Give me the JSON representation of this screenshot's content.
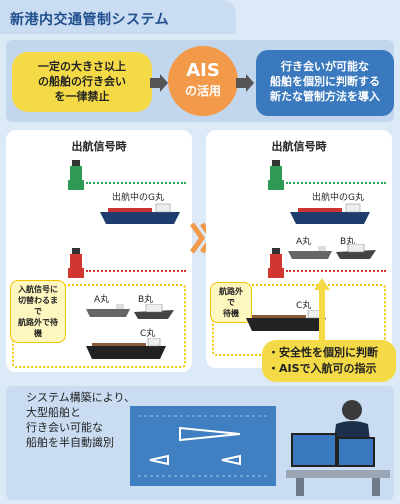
{
  "title": "新港内交通管制システム",
  "top": {
    "left_box": "一定の大きさ以上\nの船舶の行き会い\nを一律禁止",
    "center_main": "AIS",
    "center_sub": "の活用",
    "right_box": "行き会いが可能な\n船舶を個別に判断する\n新たな管制方法を導入"
  },
  "panels": {
    "left": {
      "title": "出航信号時",
      "ship_label": "出航中のG丸",
      "note": "入航信号に\n切替わるまで\n航路外で待機",
      "ships": [
        "A丸",
        "B丸",
        "C丸"
      ]
    },
    "right": {
      "title": "出航信号時",
      "ship_label": "出航中のG丸",
      "note": "航路外で\n待機",
      "ships": [
        "A丸",
        "B丸",
        "C丸"
      ]
    }
  },
  "safety": "・安全性を個別に判断\n・AISで入航可の指示",
  "bottom_text": "システム構築により、\n大型船舶と\n行き会い可能な\n船舶を半自動識別",
  "colors": {
    "yellow": "#f3da46",
    "orange": "#f29a49",
    "blue": "#3b79be",
    "green_line": "#27a35a",
    "red_line": "#d0362f"
  }
}
